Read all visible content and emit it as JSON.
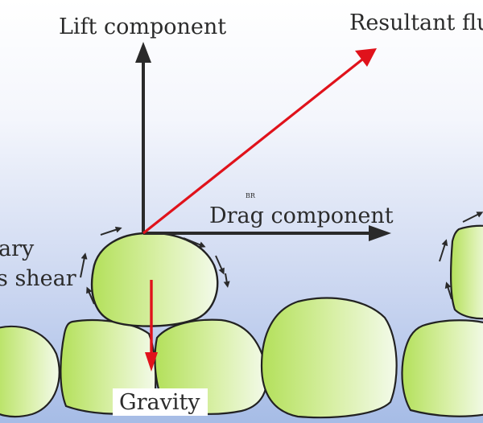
{
  "labels": {
    "lift": "Lift component",
    "resultant": "Resultant flu",
    "drag": "Drag component",
    "boundary_line1": "ary",
    "boundary_line2": "s shear",
    "gravity": "Gravity",
    "watermark": "BR"
  },
  "colors": {
    "force_arrow": "#2a2a2a",
    "resultant_arrow": "#e0121b",
    "gravity_arrow": "#e0121b",
    "grain_fill_light": "#eef8d8",
    "grain_fill_dark": "#b3e05a",
    "grain_outline": "#222222",
    "background_top": "#ffffff",
    "background_bottom": "#aabfe6"
  }
}
